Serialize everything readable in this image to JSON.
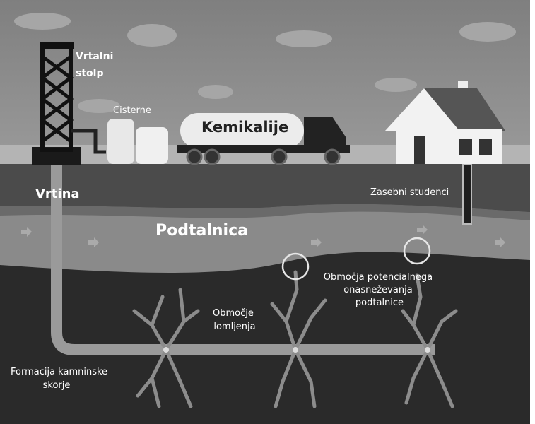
{
  "labels": {
    "derrick": [
      "Vrtalni",
      "stolp"
    ],
    "tanks": "Cisterne",
    "chemicals": "Kemikalije",
    "wellbore": "Vrtina",
    "private_wells": "Zasebni studenci",
    "groundwater": "Podtalnica",
    "contamination_zones": [
      "Območja potencialnega",
      "onasneževanja",
      "podtalnice"
    ],
    "fracture_zone": [
      "Območje",
      "lomljenja"
    ],
    "rock_formation": [
      "Formacija kamninske",
      "skorje"
    ]
  }
}
